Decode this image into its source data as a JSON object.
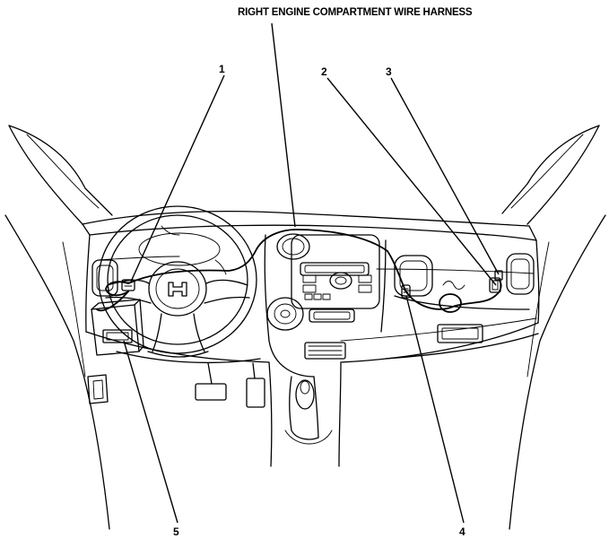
{
  "diagram": {
    "title": "RIGHT ENGINE COMPARTMENT WIRE HARNESS",
    "callouts": [
      {
        "id": "1",
        "label": "1"
      },
      {
        "id": "2",
        "label": "2"
      },
      {
        "id": "3",
        "label": "3"
      },
      {
        "id": "4",
        "label": "4"
      },
      {
        "id": "5",
        "label": "5"
      }
    ]
  }
}
